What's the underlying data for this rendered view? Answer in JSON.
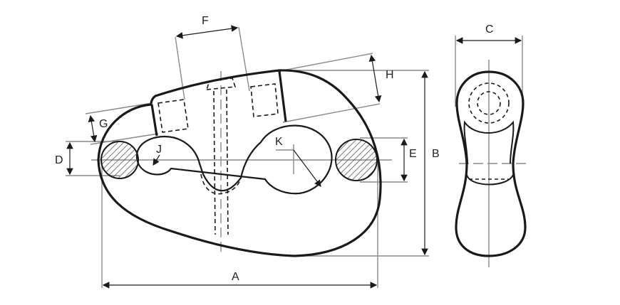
{
  "labels": {
    "a": "A",
    "b": "B",
    "c": "C",
    "d": "D",
    "e": "E",
    "f": "F",
    "g": "G",
    "h": "H",
    "j": "J",
    "k": "K"
  },
  "colors": {
    "outline": "#1a1a1a",
    "dimension": "#8a8a8a",
    "hatch": "#555555"
  }
}
